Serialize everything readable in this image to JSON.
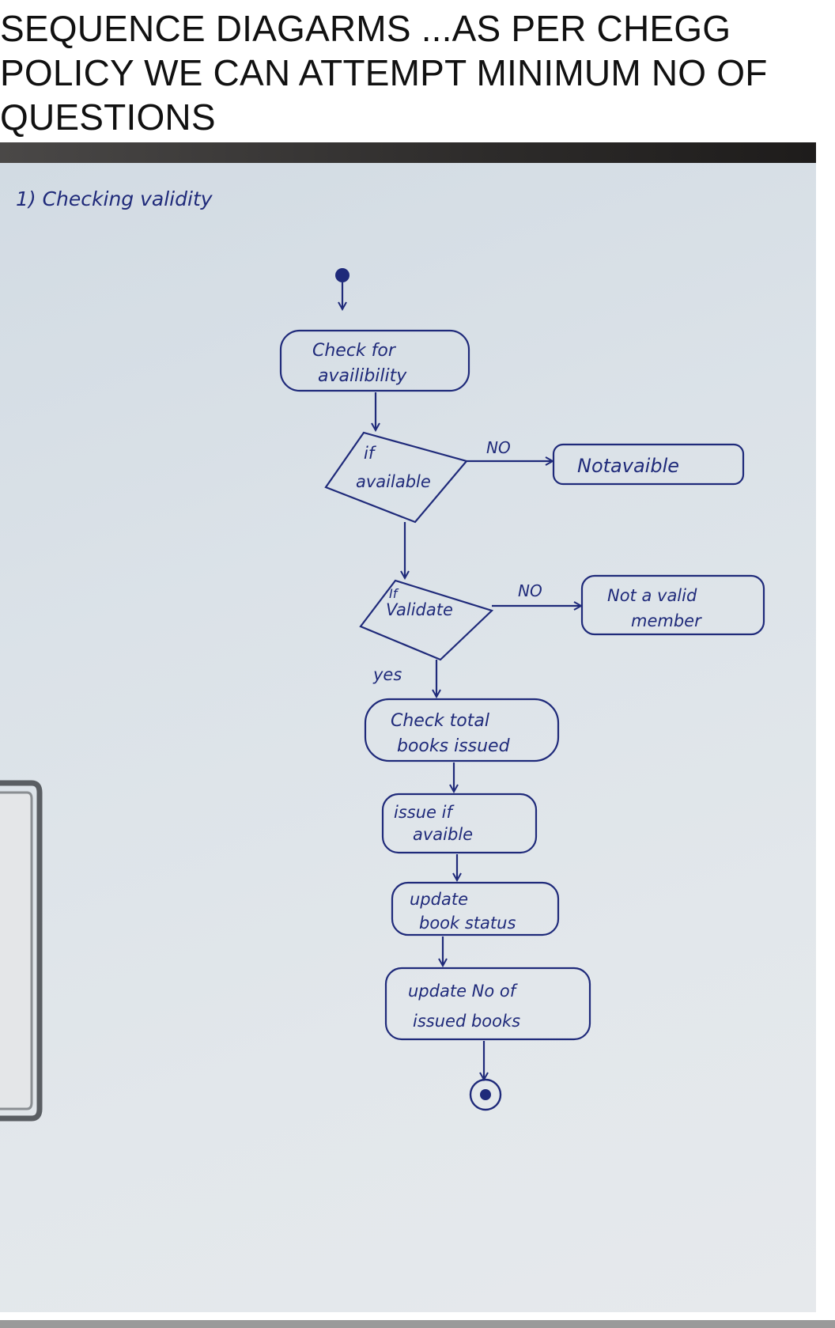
{
  "header": {
    "title": "SEQUENCE DIAGARMS ...AS PER CHEGG POLICY WE CAN ATTEMPT MINIMUM NO OF QUESTIONS"
  },
  "diagram": {
    "heading": "1) Checking validity",
    "nodes": {
      "check_availability": [
        "Check for",
        "availibility"
      ],
      "if_available": [
        "if",
        "available"
      ],
      "not_available": [
        "Notavaible"
      ],
      "if_validate": [
        "If",
        "Validate"
      ],
      "not_valid_member": [
        "Not a valid",
        "member"
      ],
      "check_total_books": [
        "Check total",
        "books issued"
      ],
      "issue_if_available": [
        "issue if",
        "avaible"
      ],
      "update_book_status": [
        "update",
        "book status"
      ],
      "update_no_issued": [
        "update No of",
        "issued books"
      ]
    },
    "edges": {
      "no_1": "NO",
      "no_2": "NO",
      "yes": "yes"
    },
    "ink_color": "#1f2a7a"
  }
}
